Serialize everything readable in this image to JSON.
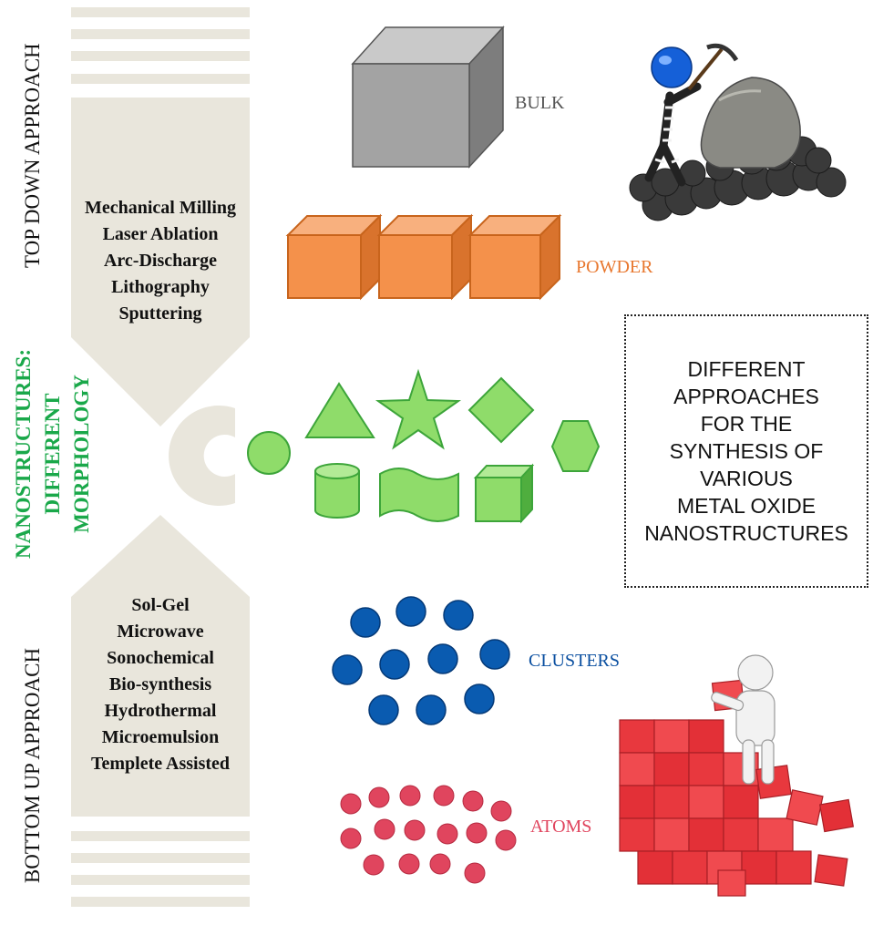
{
  "top_down": {
    "title": "TOP DOWN APPROACH",
    "methods": [
      "Mechanical Milling",
      "Laser Ablation",
      "Arc-Discharge",
      "Lithography",
      "Sputtering"
    ]
  },
  "bottom_up": {
    "title": "BOTTOM UP APPROACH",
    "methods": [
      "Sol-Gel",
      "Microwave",
      "Sonochemical",
      "Bio-synthesis",
      "Hydrothermal",
      "Microemulsion",
      "Templete Assisted"
    ]
  },
  "center": {
    "line1": "NANOSTRUCTURES:",
    "line2": "DIFFERENT",
    "line3": "MORPHOLOGY"
  },
  "labels": {
    "bulk": "BULK",
    "powder": "POWDER",
    "clusters": "CLUSTERS",
    "atoms": "ATOMS"
  },
  "summary_lines": [
    "DIFFERENT",
    "APPROACHES",
    "FOR THE",
    "SYNTHESIS OF",
    "VARIOUS",
    "METAL OXIDE",
    "NANOSTRUCTURES"
  ],
  "colors": {
    "beige": "#e9e6dc",
    "bulk_gray": "#9a9a9a",
    "powder_orange": "#f4914b",
    "morph_green": "#8fdc6a",
    "morph_text_green": "#1aa84a",
    "cluster_blue": "#0a5bb0",
    "atom_red": "#e0455e",
    "brick_red": "#e8383e"
  },
  "icons": {
    "top_right": "miner-figure-breaking-rock-icon",
    "bottom_right": "figure-building-brick-wall-icon"
  }
}
